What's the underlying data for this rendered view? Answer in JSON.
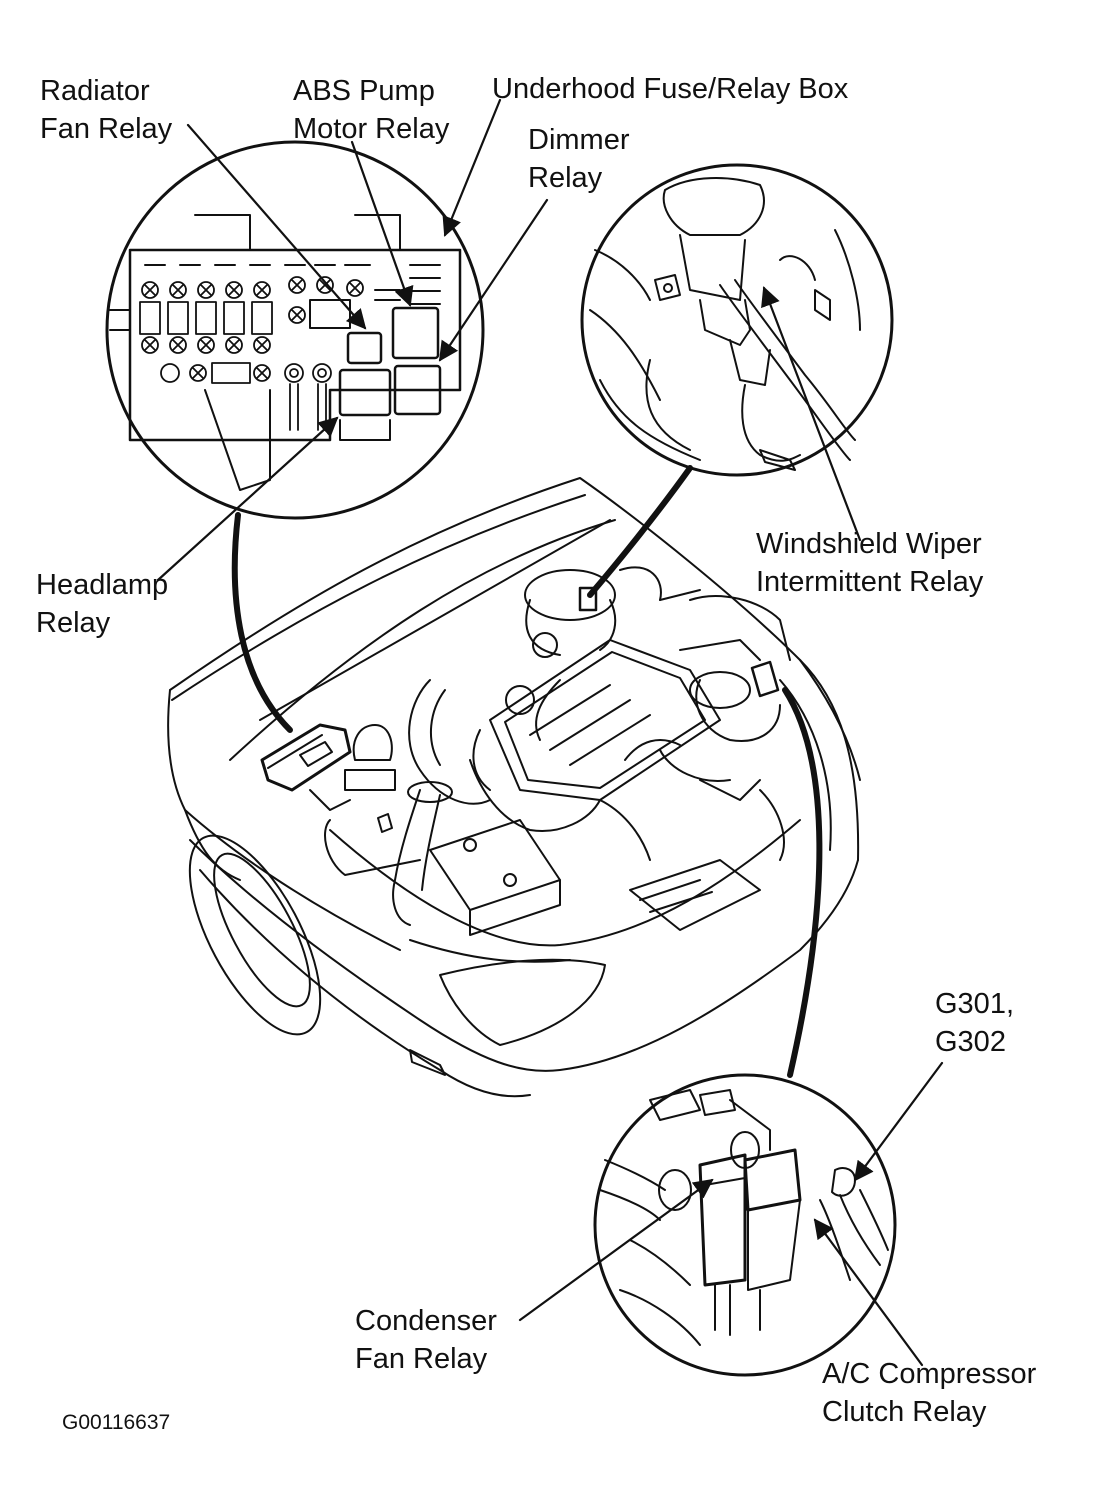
{
  "labels": {
    "radiator_fan_relay": [
      "Radiator",
      "Fan Relay"
    ],
    "abs_pump_motor_relay": [
      "ABS Pump",
      "Motor Relay"
    ],
    "underhood_fuse_relay_box": "Underhood Fuse/Relay Box",
    "dimmer_relay": [
      "Dimmer",
      "Relay"
    ],
    "windshield_wiper_relay": [
      "Windshield Wiper",
      "Intermittent Relay"
    ],
    "headlamp_relay": [
      "Headlamp",
      "Relay"
    ],
    "g301_g302": [
      "G301,",
      "G302"
    ],
    "condenser_fan_relay": [
      "Condenser",
      "Fan Relay"
    ],
    "ac_compressor_clutch_relay": [
      "A/C Compressor",
      "Clutch Relay"
    ]
  },
  "figure_id": "G00116637",
  "colors": {
    "ink": "#111111",
    "paper": "#ffffff"
  }
}
